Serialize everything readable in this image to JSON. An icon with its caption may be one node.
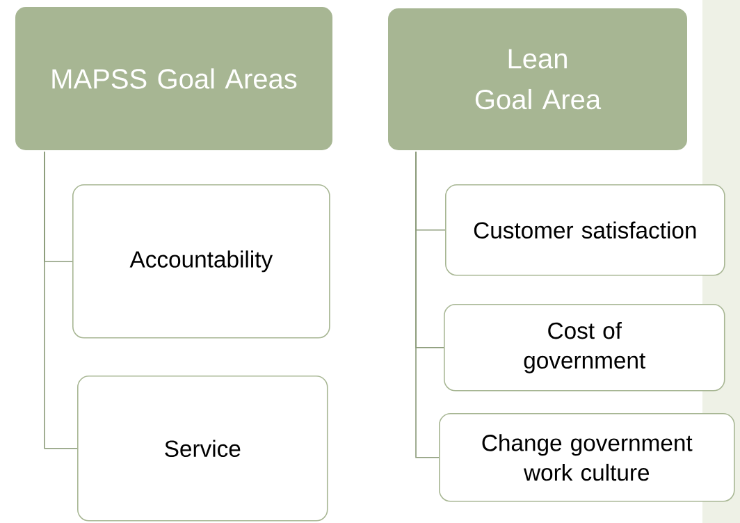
{
  "diagram": {
    "nodes": [
      {
        "text": [
          "MAPSS Goal Areas"
        ]
      },
      {
        "text": [
          "Accountability"
        ]
      },
      {
        "text": [
          "Service"
        ]
      },
      {
        "text": [
          "Lean Goal Area"
        ]
      },
      {
        "text": [
          "Customer satisfaction"
        ]
      },
      {
        "text": [
          "Cost of government"
        ]
      },
      {
        "text": [
          "Change government work culture"
        ]
      }
    ],
    "edges": [
      {
        "from": 0,
        "to": 1,
        "arrow": "none"
      },
      {
        "from": 0,
        "to": 2,
        "arrow": "none"
      },
      {
        "from": 3,
        "to": 4,
        "arrow": "none"
      },
      {
        "from": 3,
        "to": 5,
        "arrow": "none"
      },
      {
        "from": 3,
        "to": 6,
        "arrow": "none"
      }
    ]
  }
}
